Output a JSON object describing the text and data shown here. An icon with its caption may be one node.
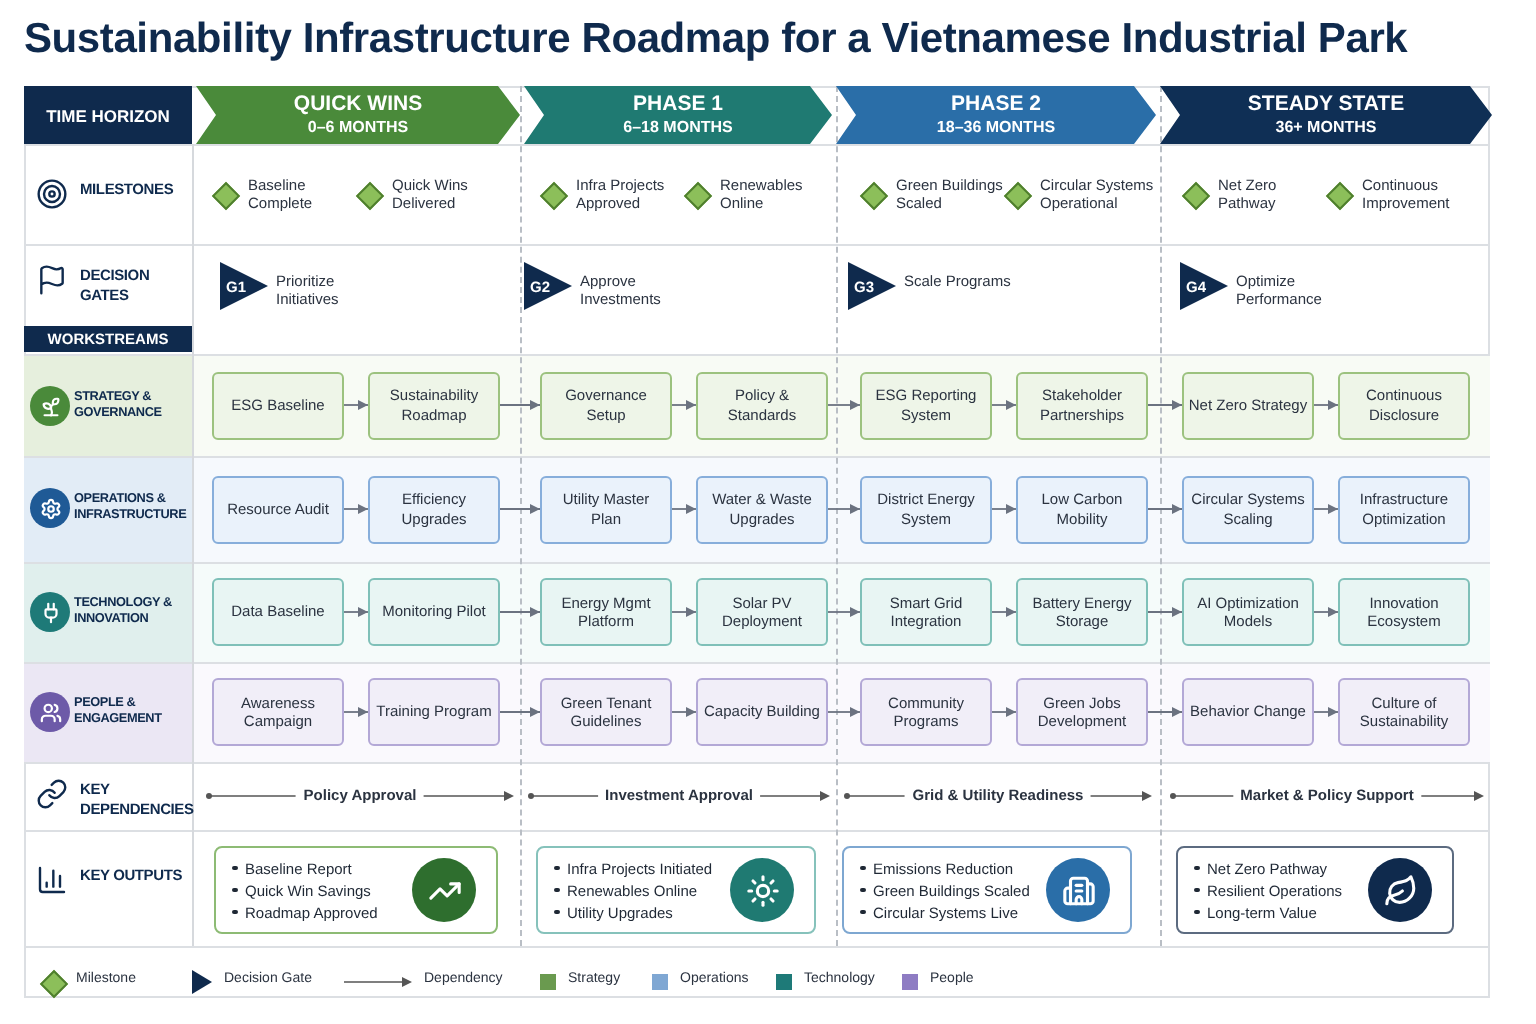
{
  "diagram": {
    "title": "Sustainability Infrastructure Roadmap for a Vietnamese Industrial Park",
    "nodes": [
      {
        "text": [
          "TIME HORIZON"
        ]
      },
      {
        "text": [
          "QUICK WINS",
          "0–6 MONTHS"
        ]
      },
      {
        "text": [
          "PHASE 1",
          "6–18 MONTHS"
        ]
      },
      {
        "text": [
          "PHASE 2",
          "18–36 MONTHS"
        ]
      },
      {
        "text": [
          "STEADY STATE",
          "36+ MONTHS"
        ]
      },
      {
        "text": [
          "WORKSTREAMS"
        ]
      },
      {
        "text": [
          "ESG Baseline"
        ]
      },
      {
        "text": [
          "Sustainability Roadmap"
        ]
      },
      {
        "text": [
          "Governance Setup"
        ]
      },
      {
        "text": [
          "Policy & Standards"
        ]
      },
      {
        "text": [
          "ESG Reporting System"
        ]
      },
      {
        "text": [
          "Stakeholder Partnerships"
        ]
      },
      {
        "text": [
          "Net Zero Strategy"
        ]
      },
      {
        "text": [
          "Continuous Disclosure"
        ]
      },
      {
        "text": [
          "Resource Audit"
        ]
      },
      {
        "text": [
          "Efficiency Upgrades"
        ]
      },
      {
        "text": [
          "Utility Master Plan"
        ]
      },
      {
        "text": [
          "Water & Waste Upgrades"
        ]
      },
      {
        "text": [
          "District Energy System"
        ]
      },
      {
        "text": [
          "Low Carbon Mobility"
        ]
      },
      {
        "text": [
          "Circular Systems Scaling"
        ]
      },
      {
        "text": [
          "Infrastructure Optimization"
        ]
      },
      {
        "text": [
          "Data Baseline"
        ]
      },
      {
        "text": [
          "Monitoring Pilot"
        ]
      },
      {
        "text": [
          "Energy Mgmt Platform"
        ]
      },
      {
        "text": [
          "Solar PV Deployment"
        ]
      },
      {
        "text": [
          "Smart Grid Integration"
        ]
      },
      {
        "text": [
          "Battery Energy Storage"
        ]
      },
      {
        "text": [
          "AI Optimization Models"
        ]
      },
      {
        "text": [
          "Innovation Ecosystem"
        ]
      },
      {
        "text": [
          "Awareness Campaign"
        ]
      },
      {
        "text": [
          "Training Program"
        ]
      },
      {
        "text": [
          "Green Tenant Guidelines"
        ]
      },
      {
        "text": [
          "Capacity Building"
        ]
      },
      {
        "text": [
          "Community Programs"
        ]
      },
      {
        "text": [
          "Green Jobs Development"
        ]
      },
      {
        "text": [
          "Behavior Change"
        ]
      },
      {
        "text": [
          "Culture of Sustainability"
        ]
      },
      {
        "text": [
          "Baseline Report",
          "Quick Win Savings",
          "Roadmap Approved"
        ]
      },
      {
        "text": [
          "Infra Projects Initiated",
          "Renewables Online",
          "Utility Upgrades"
        ]
      },
      {
        "text": [
          "Emissions Reduction",
          "Green Buildings Scaled",
          "Circular Systems Live"
        ]
      },
      {
        "text": [
          "Net Zero Pathway",
          "Resilient Operations",
          "Long-term Value"
        ]
      }
    ],
    "edges": [
      {
        "from": 6,
        "to": 7,
        "arrow": "to"
      },
      {
        "from": 7,
        "to": 8,
        "arrow": "to"
      },
      {
        "from": 8,
        "to": 9,
        "arrow": "to"
      },
      {
        "from": 9,
        "to": 10,
        "arrow": "to"
      },
      {
        "from": 10,
        "to": 11,
        "arrow": "to"
      },
      {
        "from": 11,
        "to": 12,
        "arrow": "to"
      },
      {
        "from": 12,
        "to": 13,
        "arrow": "to"
      },
      {
        "from": 14,
        "to": 15,
        "arrow": "to"
      },
      {
        "from": 15,
        "to": 16,
        "arrow": "to"
      },
      {
        "from": 16,
        "to": 17,
        "arrow": "to"
      },
      {
        "from": 17,
        "to": 18,
        "arrow": "to"
      },
      {
        "from": 18,
        "to": 19,
        "arrow": "to"
      },
      {
        "from": 19,
        "to": 20,
        "arrow": "to"
      },
      {
        "from": 20,
        "to": 21,
        "arrow": "to"
      },
      {
        "from": 22,
        "to": 23,
        "arrow": "to"
      },
      {
        "from": 23,
        "to": 24,
        "arrow": "to"
      },
      {
        "from": 24,
        "to": 25,
        "arrow": "to"
      },
      {
        "from": 25,
        "to": 26,
        "arrow": "to"
      },
      {
        "from": 26,
        "to": 27,
        "arrow": "to"
      },
      {
        "from": 27,
        "to": 28,
        "arrow": "to"
      },
      {
        "from": 28,
        "to": 29,
        "arrow": "to"
      },
      {
        "from": 30,
        "to": 31,
        "arrow": "to"
      },
      {
        "from": 31,
        "to": 32,
        "arrow": "to"
      },
      {
        "from": 32,
        "to": 33,
        "arrow": "to"
      },
      {
        "from": 33,
        "to": 34,
        "arrow": "to"
      },
      {
        "from": 34,
        "to": 35,
        "arrow": "to"
      },
      {
        "from": 35,
        "to": 36,
        "arrow": "to"
      },
      {
        "from": 36,
        "to": 37,
        "arrow": "to"
      }
    ],
    "labels": [
      "MILESTONES",
      "Baseline Complete",
      "Quick Wins Delivered",
      "Infra Projects Approved",
      "Renewables Online",
      "Green Buildings Scaled",
      "Circular Systems Operational",
      "Net Zero Pathway",
      "Continuous Improvement",
      "DECISION GATES",
      "G1",
      "Prioritize Initiatives",
      "G2",
      "Approve Investments",
      "G3",
      "Scale Programs",
      "G4",
      "Optimize Performance",
      "STRATEGY & GOVERNANCE",
      "OPERATIONS & INFRASTRUCTURE",
      "TECHNOLOGY & INNOVATION",
      "PEOPLE & ENGAGEMENT",
      "KEY DEPENDENCIES",
      "Policy Approval",
      "Investment Approval",
      "Grid & Utility Readiness",
      "Market & Policy Support",
      "KEY OUTPUTS"
    ],
    "legend": [
      {
        "text": "Milestone"
      },
      {
        "text": "Decision Gate"
      },
      {
        "text": "Dependency"
      },
      {
        "text": "Strategy",
        "color": "#6a9a4f"
      },
      {
        "text": "Operations",
        "color": "#7fa7d3"
      },
      {
        "text": "Technology",
        "color": "#1e7a78"
      },
      {
        "text": "People",
        "color": "#8e7cc3"
      }
    ]
  }
}
